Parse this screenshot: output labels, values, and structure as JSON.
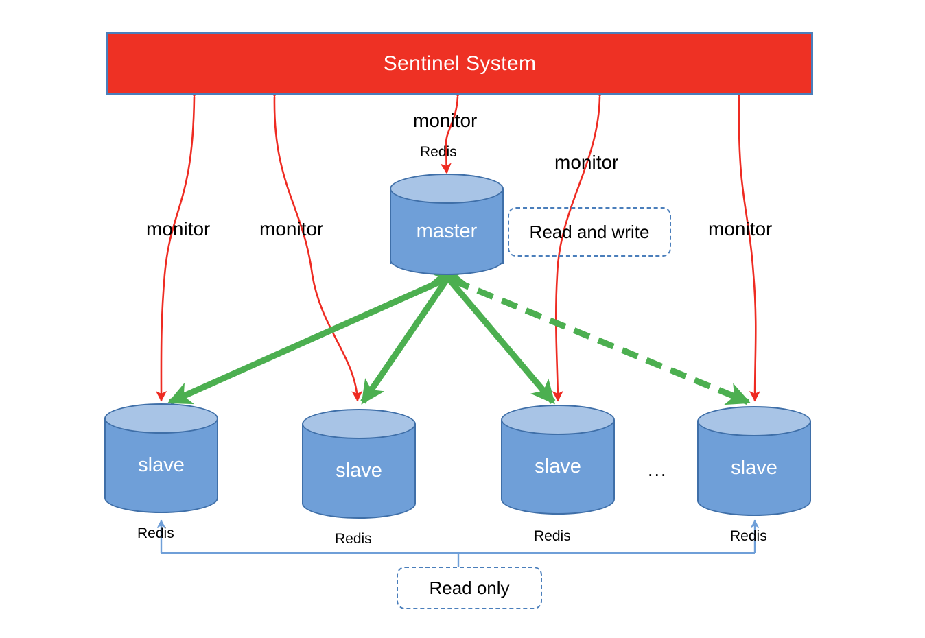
{
  "diagram": {
    "title": "Redis Sentinel master-slave architecture",
    "colors": {
      "sentinel_fill": "#ee3124",
      "sentinel_border": "#4a7ebb",
      "cylinder_body": "#6f9fd8",
      "cylinder_top": "#a8c4e6",
      "cylinder_stroke": "#3f6fa8",
      "monitor_arrow": "#ee2b22",
      "replication_arrow": "#4caf50",
      "readonly_line": "#6f9fd8",
      "callout_border": "#4a7ebb",
      "background": "#ffffff"
    }
  },
  "sentinel": {
    "label": "Sentinel System"
  },
  "master": {
    "label": "master",
    "tech_label": "Redis",
    "monitor_label": "monitor"
  },
  "slaves": [
    {
      "label": "slave",
      "tech_label": "Redis",
      "monitor_label": "monitor"
    },
    {
      "label": "slave",
      "tech_label": "Redis",
      "monitor_label": "monitor"
    },
    {
      "label": "slave",
      "tech_label": "Redis",
      "monitor_label": "monitor"
    },
    {
      "label": "slave",
      "tech_label": "Redis",
      "monitor_label": "monitor"
    }
  ],
  "ellipsis": "...",
  "callouts": {
    "read_and_write": "Read and write",
    "read_only": "Read only"
  }
}
